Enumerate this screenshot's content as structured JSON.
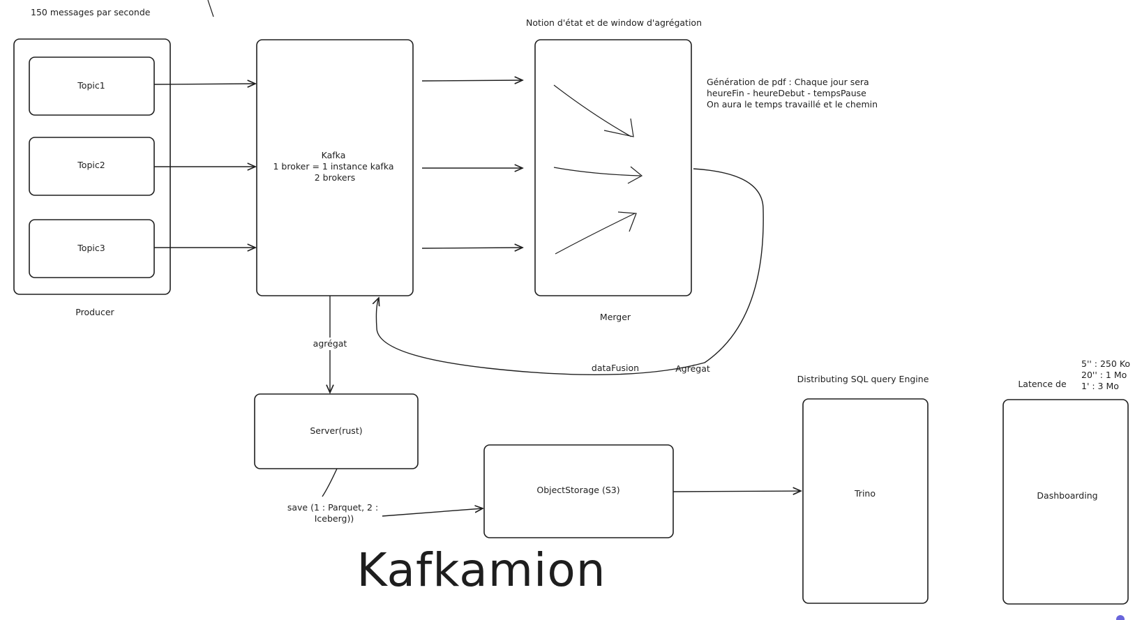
{
  "diagram": {
    "title": "Kafkamion",
    "notes": {
      "rate": "150 messages par seconde",
      "state_window": "Notion d'état et de window d'agrégation",
      "pdf_lines": [
        "Génération de pdf : Chaque jour sera",
        "heureFin - heureDebut - tempsPause",
        "On aura le temps travaillé et le chemin"
      ],
      "distributed_sql": "Distributing SQL query Engine",
      "latency_label": "Latence de",
      "latency_lines": [
        "5'' : 250 Ko",
        "20'' : 1 Mo",
        "1' : 3 Mo"
      ]
    },
    "nodes": {
      "topic1": "Topic1",
      "topic2": "Topic2",
      "topic3": "Topic3",
      "producer_label": "Producer",
      "kafka_lines": [
        "Kafka",
        "1 broker = 1 instance kafka",
        "2 brokers"
      ],
      "merger_label": "Merger",
      "server": "Server(rust)",
      "object_storage": "ObjectStorage (S3)",
      "trino": "Trino",
      "dashboarding": "Dashboarding"
    },
    "edge_labels": {
      "agregat_down": "agrégat",
      "data_fusion": "dataFusion",
      "agregat_back": "Agrégat",
      "save_lines": [
        "save (1 : Parquet, 2 :",
        "Iceberg))"
      ]
    }
  }
}
